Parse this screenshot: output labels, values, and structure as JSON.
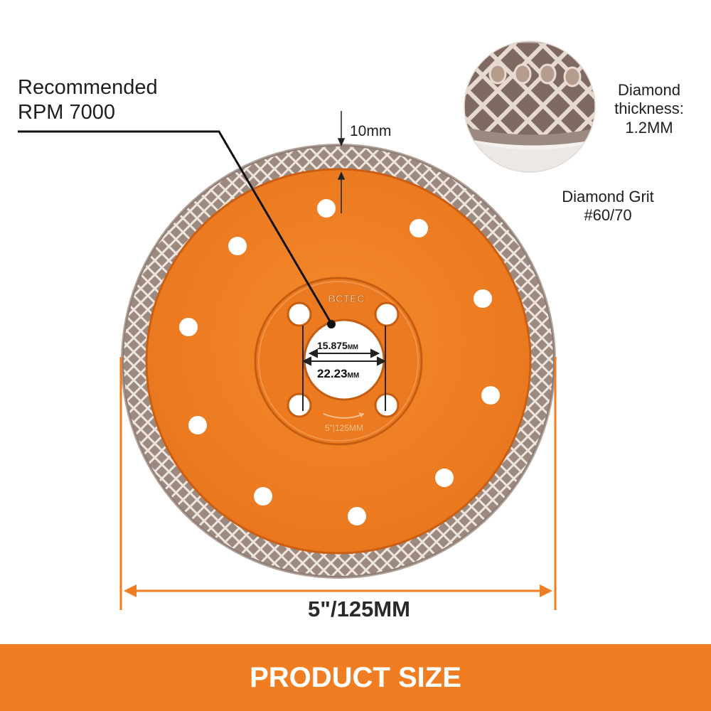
{
  "rpm": {
    "line1": "Recommended",
    "line2": "RPM 7000"
  },
  "blade": {
    "segment_height": "10mm",
    "brand_mark": "BCTEC",
    "blade_marking": "5\"|125MM",
    "inner_hole": "15.875",
    "outer_hole": "22.23",
    "hole_unit": "MM",
    "diameter": "5\"/125MM"
  },
  "diamond": {
    "thickness_line1": "Diamond",
    "thickness_line2": "thickness:",
    "thickness_line3": "1.2MM",
    "grit_line1": "Diamond Grit",
    "grit_line2": "#60/70"
  },
  "footer": {
    "title": "PRODUCT SIZE"
  },
  "colors": {
    "blade_orange": "#f07d22",
    "footer_orange": "#f07d22",
    "segment_silver": "#c8bdb4",
    "dimension_line": "#f07d22"
  }
}
